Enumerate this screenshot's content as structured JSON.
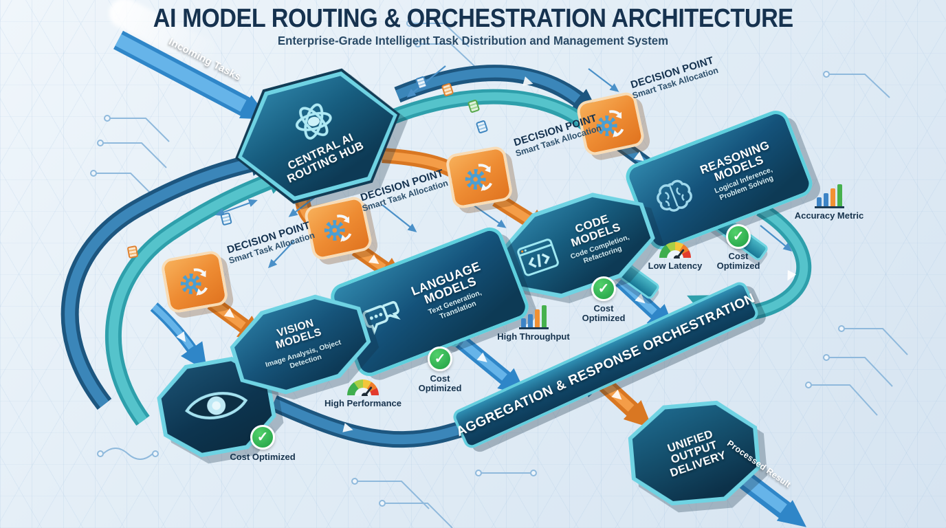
{
  "title": {
    "main": "AI MODEL ROUTING & ORCHESTRATION ARCHITECTURE",
    "subtitle": "Enterprise-Grade Intelligent Task Distribution and Management System"
  },
  "flows": {
    "incoming": "Incoming Tasks",
    "processed": "Processed Result"
  },
  "hub": {
    "name": "CENTRAL AI ROUTING HUB",
    "icon": "atom-icon"
  },
  "decision_points": [
    {
      "title": "DECISION POINT",
      "subtitle": "Smart Task Allocation",
      "icon": "gear-cycle-icon"
    },
    {
      "title": "DECISION POINT",
      "subtitle": "Smart Task Allocation",
      "icon": "gear-cycle-icon"
    },
    {
      "title": "DECISION POINT",
      "subtitle": "Smart Task Allocation",
      "icon": "gear-cycle-icon"
    },
    {
      "title": "DECISION POINT",
      "subtitle": "Smart Task Allocation",
      "icon": "gear-cycle-icon"
    }
  ],
  "models": [
    {
      "name": "REASONING MODELS",
      "description": "Logical Inference, Problem Solving",
      "icon": "brain-icon"
    },
    {
      "name": "CODE MODELS",
      "description": "Code Completion, Refactoring",
      "icon": "code-window-icon"
    },
    {
      "name": "LANGUAGE MODELS",
      "description": "Text Generation, Translation",
      "icon": "chat-bubbles-icon"
    },
    {
      "name": "VISION MODELS",
      "description": "Image Analysis, Object Detection",
      "icon": "eye-icon"
    }
  ],
  "orchestration": {
    "name": "AGGREGATION & RESPONSE ORCHESTRATION"
  },
  "output": {
    "name": "UNIFIED OUTPUT DELIVERY"
  },
  "badges": [
    {
      "label": "Accuracy Metric",
      "icon": "bar-chart-icon"
    },
    {
      "label": "Cost Optimized",
      "icon": "check-icon"
    },
    {
      "label": "Low Latency",
      "icon": "gauge-icon"
    },
    {
      "label": "Cost Optimized",
      "icon": "check-icon"
    },
    {
      "label": "High Throughput",
      "icon": "bar-chart-icon"
    },
    {
      "label": "Cost Optimized",
      "icon": "check-icon"
    },
    {
      "label": "High Performance",
      "icon": "gauge-icon"
    },
    {
      "label": "Cost Optimized",
      "icon": "check-icon"
    }
  ],
  "colors": {
    "title_navy": "#16324f",
    "node_border_teal": "#5ecfdd",
    "node_dark": "#0d3a55",
    "decision_orange": "#ee8c33",
    "arrow_blue": "#1d567f",
    "arrow_teal": "#2e9fab",
    "arrow_sky": "#2f86c8",
    "check_green": "#2eae4e",
    "background": "#e2edf6"
  }
}
